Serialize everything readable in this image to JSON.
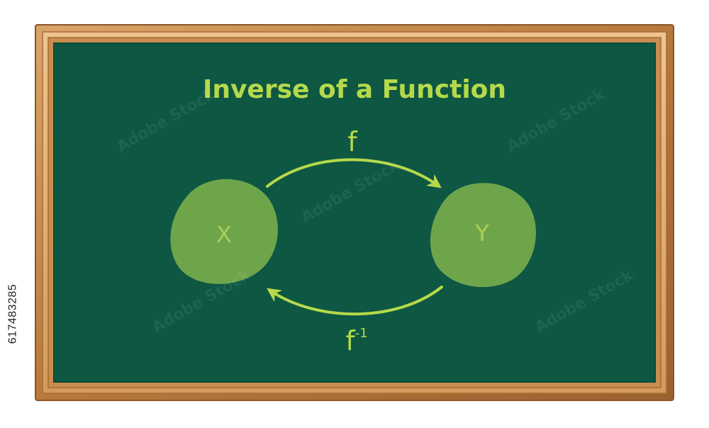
{
  "title": "Inverse of a Function",
  "domain_label": "X",
  "codomain_label": "Y",
  "forward_arrow_label": "f",
  "inverse_arrow_label": {
    "base": "f",
    "exponent": "-1"
  },
  "watermark": "Adobe Stock",
  "stock_id": "617483285",
  "colors": {
    "frame_outer": "#b0773a",
    "frame_inner": "#e2b27c",
    "board": "#0e5743",
    "board_edge": "#0a4a38",
    "text_accent": "#b5d94a",
    "blob_fill": "#6ea54b",
    "blob_text": "#a9cf55",
    "arrow": "#b5d94a"
  }
}
